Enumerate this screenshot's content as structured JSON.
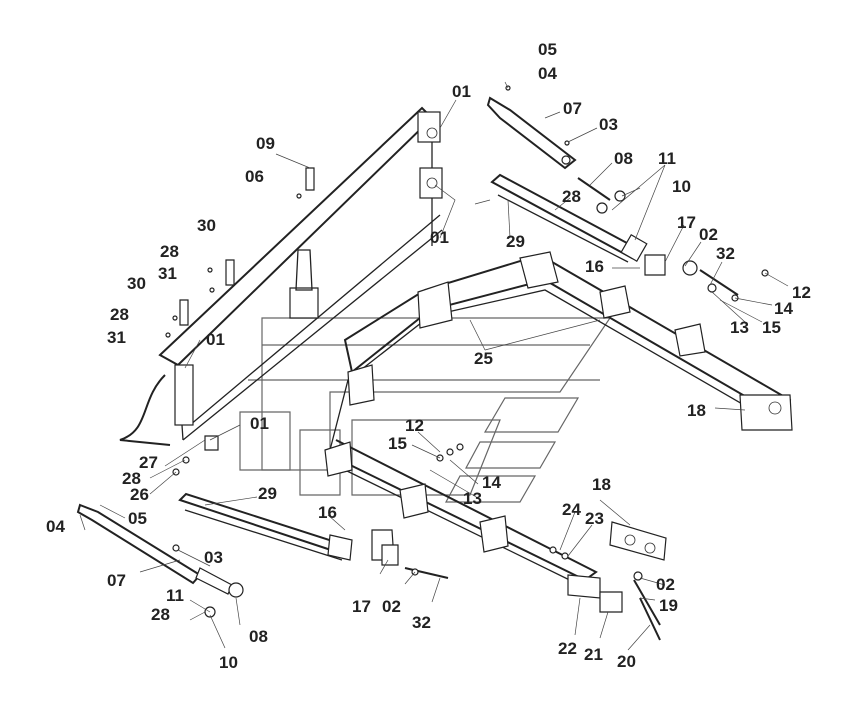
{
  "callouts": [
    {
      "id": "c1",
      "text": "05"
    },
    {
      "id": "c2",
      "text": "04"
    },
    {
      "id": "c3",
      "text": "01"
    },
    {
      "id": "c4",
      "text": "07"
    },
    {
      "id": "c5",
      "text": "03"
    },
    {
      "id": "c6",
      "text": "09"
    },
    {
      "id": "c7",
      "text": "08"
    },
    {
      "id": "c8",
      "text": "11"
    },
    {
      "id": "c9",
      "text": "06"
    },
    {
      "id": "c10",
      "text": "10"
    },
    {
      "id": "c11",
      "text": "28"
    },
    {
      "id": "c12",
      "text": "01"
    },
    {
      "id": "c13",
      "text": "30"
    },
    {
      "id": "c14",
      "text": "17"
    },
    {
      "id": "c15",
      "text": "02"
    },
    {
      "id": "c16",
      "text": "29"
    },
    {
      "id": "c17",
      "text": "28"
    },
    {
      "id": "c18",
      "text": "32"
    },
    {
      "id": "c19",
      "text": "31"
    },
    {
      "id": "c20",
      "text": "16"
    },
    {
      "id": "c21",
      "text": "30"
    },
    {
      "id": "c22",
      "text": "12"
    },
    {
      "id": "c23",
      "text": "14"
    },
    {
      "id": "c24",
      "text": "28"
    },
    {
      "id": "c25",
      "text": "31"
    },
    {
      "id": "c26",
      "text": "13"
    },
    {
      "id": "c27",
      "text": "15"
    },
    {
      "id": "c28",
      "text": "01"
    },
    {
      "id": "c29",
      "text": "25"
    },
    {
      "id": "c30",
      "text": "18"
    },
    {
      "id": "c31",
      "text": "01"
    },
    {
      "id": "c32",
      "text": "12"
    },
    {
      "id": "c33",
      "text": "15"
    },
    {
      "id": "c34",
      "text": "27"
    },
    {
      "id": "c35",
      "text": "28"
    },
    {
      "id": "c36",
      "text": "14"
    },
    {
      "id": "c37",
      "text": "26"
    },
    {
      "id": "c38",
      "text": "13"
    },
    {
      "id": "c39",
      "text": "18"
    },
    {
      "id": "c40",
      "text": "29"
    },
    {
      "id": "c41",
      "text": "04"
    },
    {
      "id": "c42",
      "text": "05"
    },
    {
      "id": "c43",
      "text": "16"
    },
    {
      "id": "c44",
      "text": "24"
    },
    {
      "id": "c45",
      "text": "23"
    },
    {
      "id": "c46",
      "text": "07"
    },
    {
      "id": "c47",
      "text": "03"
    },
    {
      "id": "c48",
      "text": "02"
    },
    {
      "id": "c49",
      "text": "11"
    },
    {
      "id": "c50",
      "text": "17"
    },
    {
      "id": "c51",
      "text": "02"
    },
    {
      "id": "c52",
      "text": "19"
    },
    {
      "id": "c53",
      "text": "28"
    },
    {
      "id": "c54",
      "text": "08"
    },
    {
      "id": "c55",
      "text": "32"
    },
    {
      "id": "c56",
      "text": "22"
    },
    {
      "id": "c57",
      "text": "21"
    },
    {
      "id": "c58",
      "text": "20"
    },
    {
      "id": "c59",
      "text": "10"
    }
  ]
}
